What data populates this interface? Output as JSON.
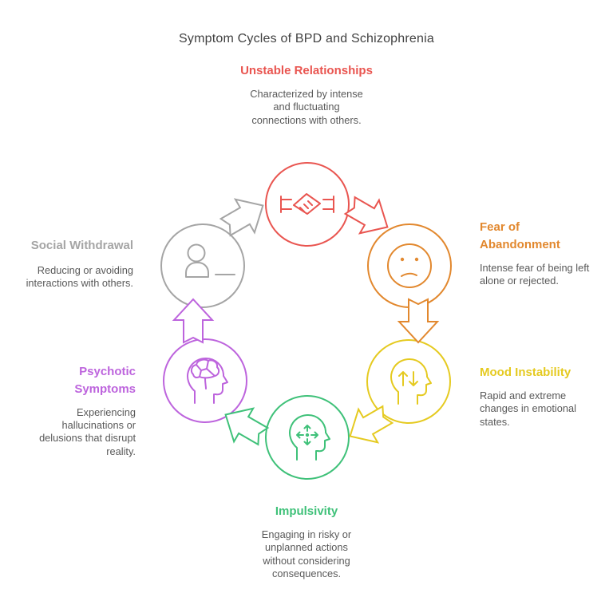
{
  "page": {
    "title": "Symptom Cycles of BPD and Schizophrenia",
    "background_color": "#ffffff",
    "title_color": "#414141",
    "description_color": "#595959"
  },
  "nodes": [
    {
      "id": "unstable-relationships",
      "label": "Unstable Relationships",
      "description": "Characterized by intense and fluctuating connections with others.",
      "color": "#e95550",
      "icon": "handshake-icon",
      "position": "top",
      "arrow_to": "fear-of-abandonment"
    },
    {
      "id": "fear-of-abandonment",
      "label": "Fear of Abandonment",
      "description": "Intense fear of being left alone or rejected.",
      "color": "#e2882e",
      "icon": "sad-face-icon",
      "position": "upper-right",
      "arrow_to": "mood-instability"
    },
    {
      "id": "mood-instability",
      "label": "Mood Instability",
      "description": "Rapid and extreme changes in emotional states.",
      "color": "#e5ca20",
      "icon": "head-up-down-arrows-icon",
      "position": "lower-right",
      "arrow_to": "impulsivity"
    },
    {
      "id": "impulsivity",
      "label": "Impulsivity",
      "description": "Engaging in risky or unplanned actions without considering consequences.",
      "color": "#3fc179",
      "icon": "head-cross-arrows-icon",
      "position": "bottom",
      "arrow_to": "psychotic-symptoms"
    },
    {
      "id": "psychotic-symptoms",
      "label": "Psychotic Symptoms",
      "description": "Experiencing hallucinations or delusions that disrupt reality.",
      "color": "#bd64dd",
      "icon": "head-brain-icon",
      "position": "lower-left",
      "arrow_to": "social-withdrawal"
    },
    {
      "id": "social-withdrawal",
      "label": "Social Withdrawal",
      "description": "Reducing or avoiding interactions with others.",
      "color": "#a5a5a5",
      "icon": "person-minus-icon",
      "position": "upper-left",
      "arrow_to": "unstable-relationships"
    }
  ]
}
